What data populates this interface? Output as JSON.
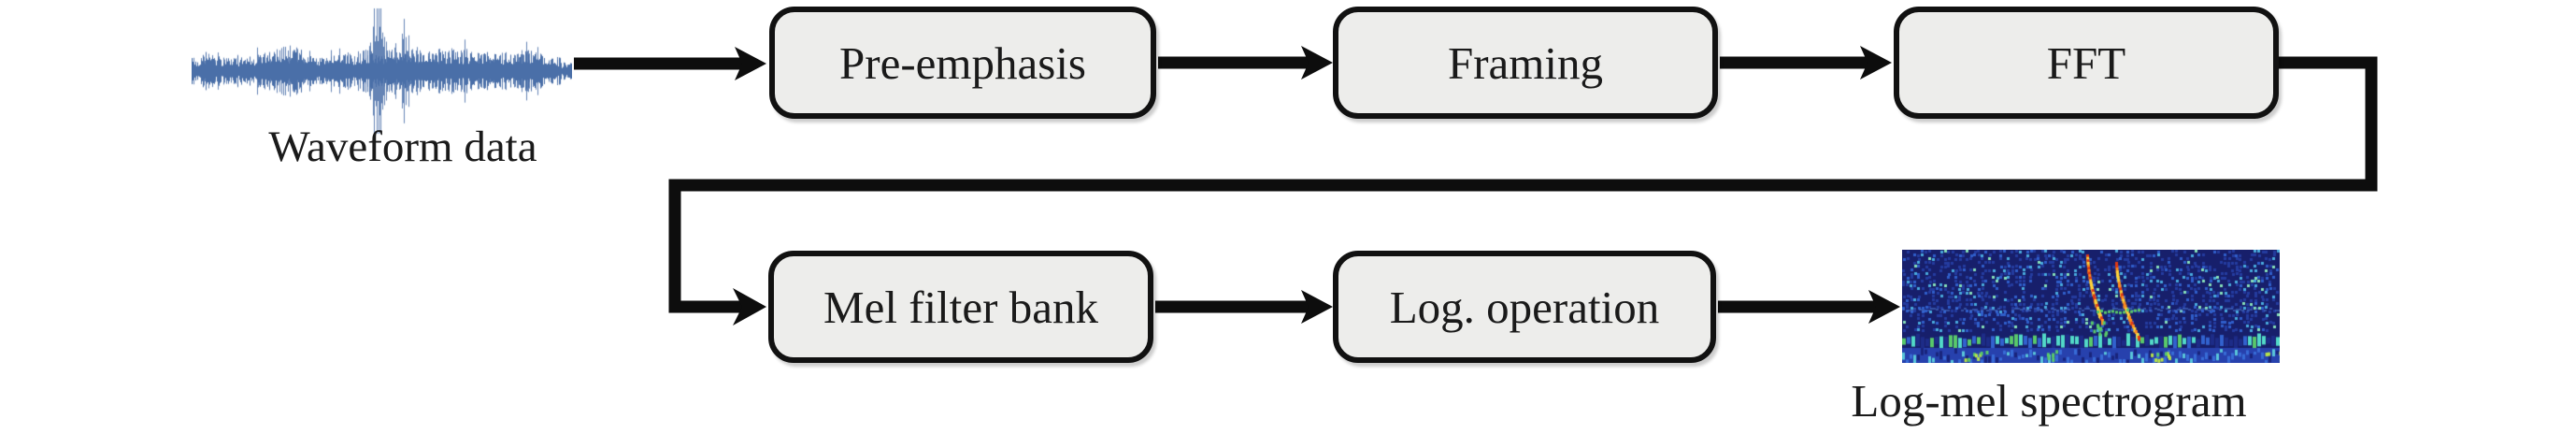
{
  "diagram": {
    "description": "Log-mel spectrogram feature extraction pipeline",
    "nodes": {
      "waveform": {
        "kind": "image",
        "label": "Waveform data"
      },
      "pre_emphasis": {
        "kind": "process",
        "label": "Pre-emphasis"
      },
      "framing": {
        "kind": "process",
        "label": "Framing"
      },
      "fft": {
        "kind": "process",
        "label": "FFT"
      },
      "mel_filter_bank": {
        "kind": "process",
        "label": "Mel filter bank"
      },
      "log_operation": {
        "kind": "process",
        "label": "Log. operation"
      },
      "log_mel_spectrogram": {
        "kind": "image",
        "label": "Log-mel spectrogram"
      }
    },
    "edges": [
      {
        "from": "waveform",
        "to": "pre_emphasis"
      },
      {
        "from": "pre_emphasis",
        "to": "framing"
      },
      {
        "from": "framing",
        "to": "fft"
      },
      {
        "from": "fft",
        "to": "mel_filter_bank"
      },
      {
        "from": "mel_filter_bank",
        "to": "log_operation"
      },
      {
        "from": "log_operation",
        "to": "log_mel_spectrogram"
      }
    ]
  },
  "colors": {
    "page_bg": "#ffffff",
    "box_fill": "#ededeb",
    "box_border": "#111111",
    "line": "#0d0d0d",
    "text": "#1a1a1a",
    "waveform": "#4a6fa8",
    "spectrogram_bg": "#171f6b",
    "spectrogram_blue": "#2d5fcd",
    "spectrogram_cyan": "#52d9c8",
    "spectrogram_green": "#59c96a",
    "spectrogram_yellow": "#ffd23a",
    "spectrogram_orange": "#ff8c1e",
    "spectrogram_red": "#e03914"
  }
}
